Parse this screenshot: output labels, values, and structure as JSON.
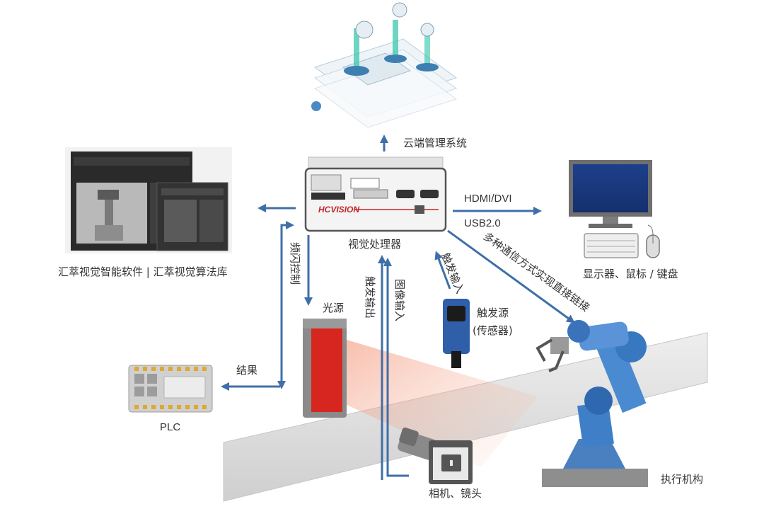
{
  "brand": "HCVISION",
  "colors": {
    "arrow": "#3f6fa8",
    "light_red": "#d7261f",
    "robot_blue": "#3f7fc8",
    "label": "#333333"
  },
  "labels": {
    "cloud_system": "云端管理系统",
    "vision_processor": "视觉处理器",
    "software": "汇萃视觉智能软件 | 汇萃视觉算法库",
    "display": "显示器、鼠标 / 键盘",
    "hdmi": "HDMI/DVI",
    "usb": "USB2.0",
    "multi_comm": "多种通信方式实现直接链接",
    "strobe_control": "频闪控制",
    "light_source": "光源",
    "trigger_output": "触发输出",
    "image_input": "图像输入",
    "trigger_input": "触发输入",
    "trigger_source": "触发源",
    "sensor": "(传感器)",
    "result": "结果",
    "plc": "PLC",
    "camera_lens": "相机、镜头",
    "actuator": "执行机构"
  },
  "icons": {
    "cloud": "cloud-platform-icon",
    "processor": "vision-processor-icon",
    "monitor": "monitor-icon",
    "keyboard": "keyboard-icon",
    "mouse": "mouse-icon",
    "plc": "plc-board-icon",
    "light": "bar-light-icon",
    "sensor": "photoelectric-sensor-icon",
    "camera": "industrial-camera-icon",
    "robot": "robot-arm-icon",
    "conveyor": "conveyor-belt-icon"
  }
}
